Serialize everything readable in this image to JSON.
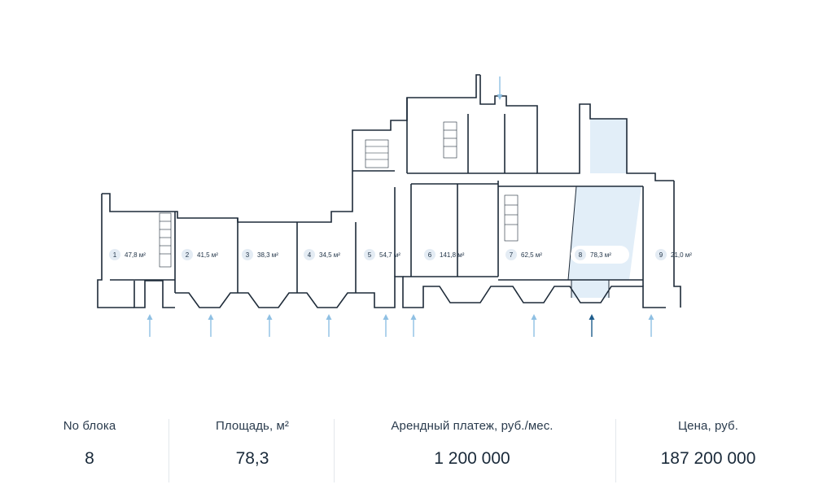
{
  "plan": {
    "blocks": [
      {
        "num": "1",
        "area": "47,8 м²"
      },
      {
        "num": "2",
        "area": "41,5 м²"
      },
      {
        "num": "3",
        "area": "38,3 м²"
      },
      {
        "num": "4",
        "area": "34,5 м²"
      },
      {
        "num": "5",
        "area": "54,7 м²"
      },
      {
        "num": "6",
        "area": "141,8 м²"
      },
      {
        "num": "7",
        "area": "62,5 м²"
      },
      {
        "num": "8",
        "area": "78,3 м²",
        "selected": true
      },
      {
        "num": "9",
        "area": "21,0 м²"
      }
    ],
    "colors": {
      "walls": "#1d2a38",
      "highlight": "#e2eef8",
      "entrance_arrow": "#8fc0e3",
      "entrance_arrow_active": "#1f5d8c"
    },
    "entrances_count": 9
  },
  "info": {
    "block": {
      "label": "No блока",
      "value": "8"
    },
    "area": {
      "label": "Площадь, м²",
      "value": "78,3"
    },
    "rent": {
      "label": "Арендный платеж, руб./мес.",
      "value": "1 200 000"
    },
    "price": {
      "label": "Цена, руб.",
      "value": "187 200 000"
    }
  }
}
